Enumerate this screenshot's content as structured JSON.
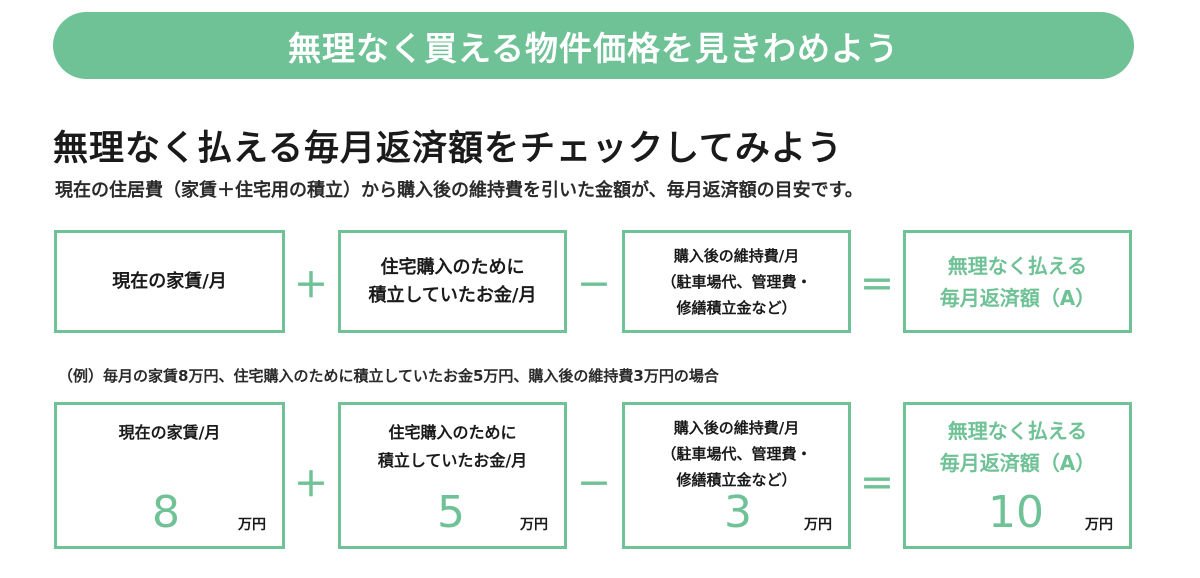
{
  "banner": {
    "title": "無理なく買える物件価格を見きわめよう"
  },
  "heading": "無理なく払える毎月返済額をチェックしてみよう",
  "subtext": "現在の住居費（家賃＋住宅用の積立）から購入後の維持費を引いた金額が、毎月返済額の目安です。",
  "formula": {
    "box1": "現在の家賃/月",
    "box2": "住宅購入のために\n積立していたお金/月",
    "box3": "購入後の維持費/月\n（駐車場代、管理費・\n修繕積立金など）",
    "box4": "無理なく払える\n毎月返済額（A）",
    "op_plus": "＋",
    "op_minus": "－",
    "op_equals": "＝"
  },
  "example": {
    "caption": "（例）毎月の家賃8万円、住宅購入のために積立していたお金5万円、購入後の維持費3万円の場合",
    "box1": {
      "label": "現在の家賃/月",
      "value": "8",
      "unit": "万円"
    },
    "box2": {
      "label": "住宅購入のために\n積立していたお金/月",
      "value": "5",
      "unit": "万円"
    },
    "box3": {
      "label": "購入後の維持費/月\n（駐車場代、管理費・\n修繕積立金など）",
      "value": "3",
      "unit": "万円"
    },
    "box4": {
      "label": "無理なく払える\n毎月返済額（A）",
      "value": "10",
      "unit": "万円"
    }
  },
  "colors": {
    "accent": "#6fc196",
    "text": "#1a1a1a"
  }
}
